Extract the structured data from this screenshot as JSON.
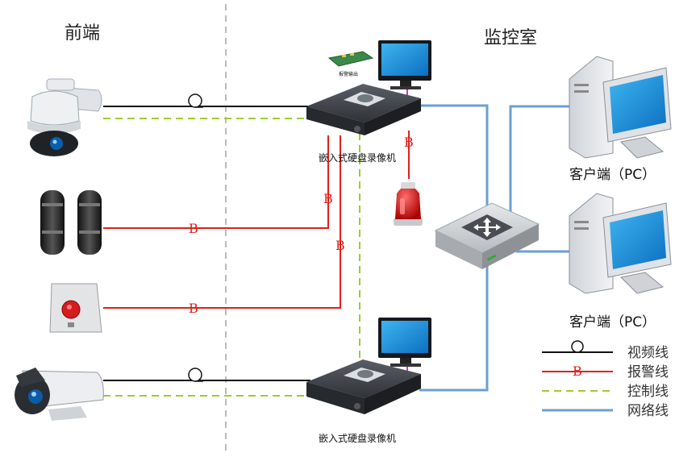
{
  "zones": {
    "front": "前端",
    "control_room": "监控室"
  },
  "devices": {
    "dvr_label": "嵌入式硬盘录像机",
    "pc_label": "客户端（PC）",
    "card_label": "报警输出"
  },
  "link_markers": {
    "alarm": "B"
  },
  "legend": [
    {
      "type": "video",
      "label": "视频线",
      "color": "#111111"
    },
    {
      "type": "alarm",
      "label": "报警线",
      "color": "#e0201a"
    },
    {
      "type": "control",
      "label": "控制线",
      "color": "#9acd32"
    },
    {
      "type": "network",
      "label": "网络线",
      "color": "#6b9fd4"
    }
  ],
  "colors": {
    "video": "#111111",
    "alarm": "#e0201a",
    "control": "#9acd32",
    "network": "#6b9fd4",
    "dvr_body": "#3a3d42",
    "monitor_screen": "#1e90d8"
  }
}
